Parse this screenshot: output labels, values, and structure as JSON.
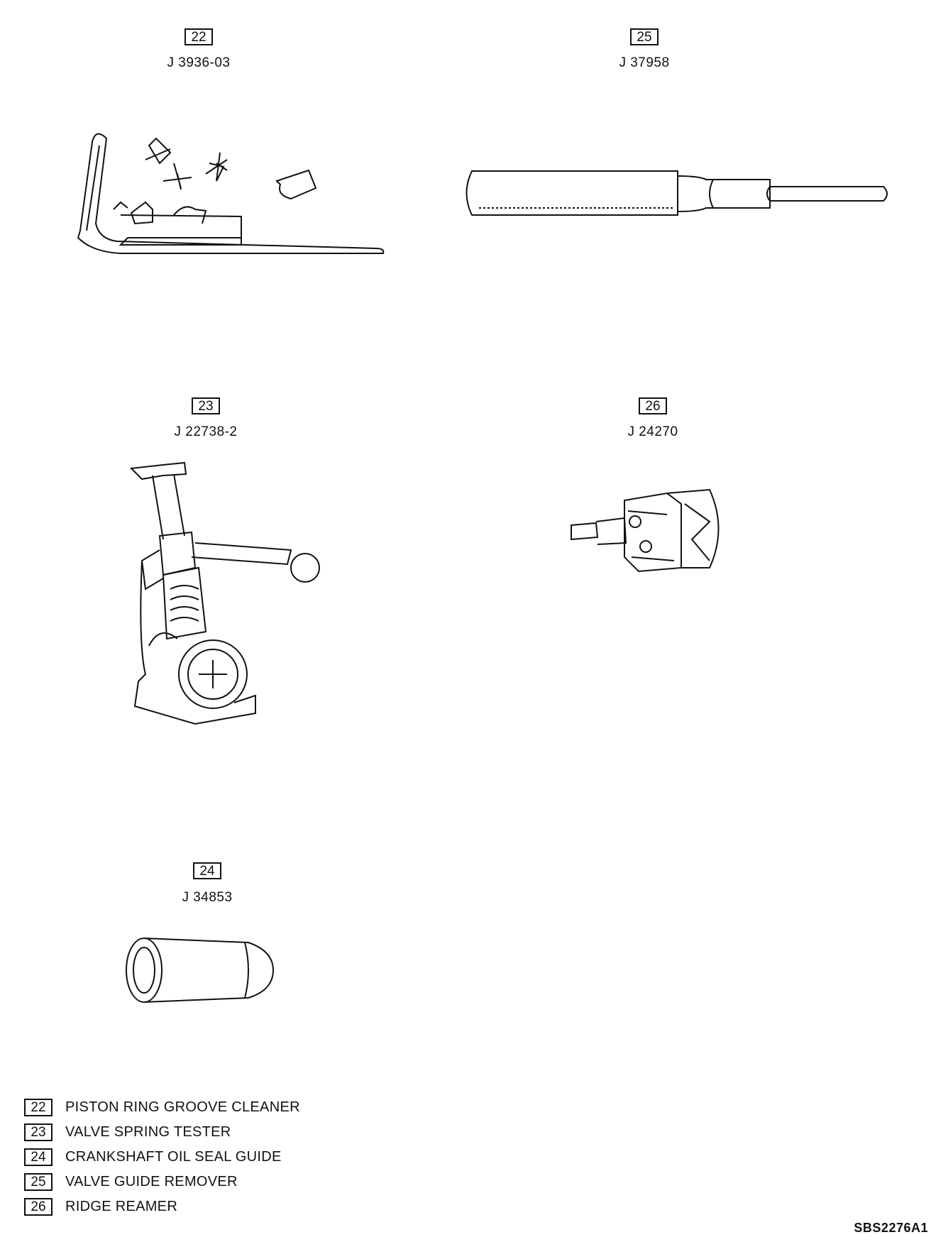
{
  "tools": [
    {
      "num": "22",
      "part": "J 3936-03"
    },
    {
      "num": "25",
      "part": "J 37958"
    },
    {
      "num": "23",
      "part": "J 22738-2"
    },
    {
      "num": "26",
      "part": "J 24270"
    },
    {
      "num": "24",
      "part": "J 34853"
    }
  ],
  "legend": [
    {
      "num": "22",
      "text": "PISTON RING GROOVE CLEANER"
    },
    {
      "num": "23",
      "text": "VALVE  SPRING TESTER"
    },
    {
      "num": "24",
      "text": "CRANKSHAFT OIL SEAL GUIDE"
    },
    {
      "num": "25",
      "text": "VALVE GUIDE REMOVER"
    },
    {
      "num": "26",
      "text": "RIDGE REAMER"
    }
  ],
  "doc_code": "SBS2276A1"
}
